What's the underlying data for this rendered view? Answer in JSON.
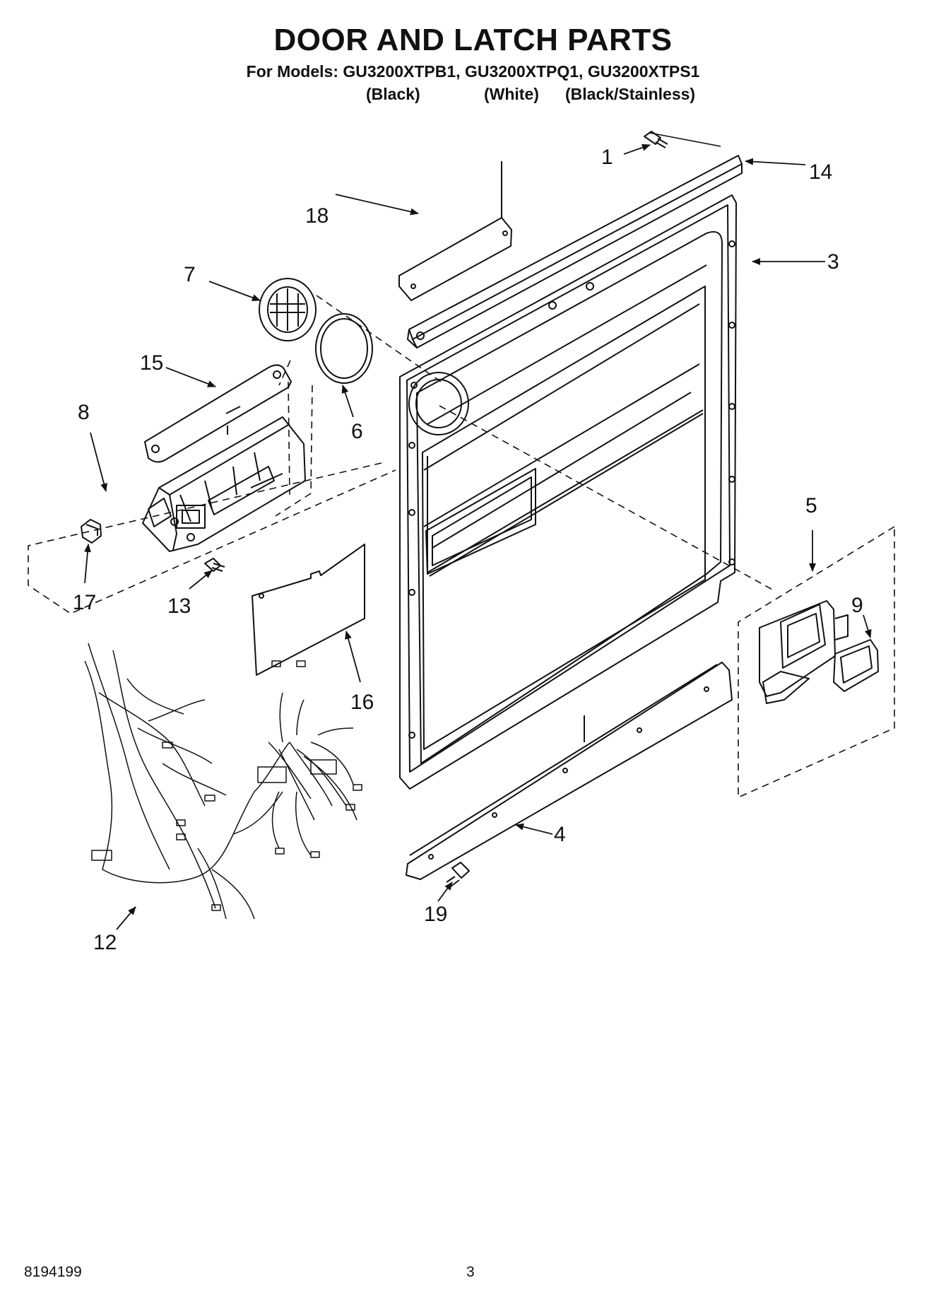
{
  "header": {
    "title": "DOOR AND LATCH PARTS",
    "models_line": "For Models: GU3200XTPB1, GU3200XTPQ1, GU3200XTPS1",
    "variants": [
      "(Black)",
      "(White)",
      "(Black/Stainless)"
    ]
  },
  "callouts": [
    "1",
    "14",
    "18",
    "3",
    "7",
    "15",
    "6",
    "8",
    "5",
    "17",
    "13",
    "9",
    "16",
    "12",
    "4",
    "19"
  ],
  "footer": {
    "doc_number": "8194199",
    "page_number": "3"
  }
}
